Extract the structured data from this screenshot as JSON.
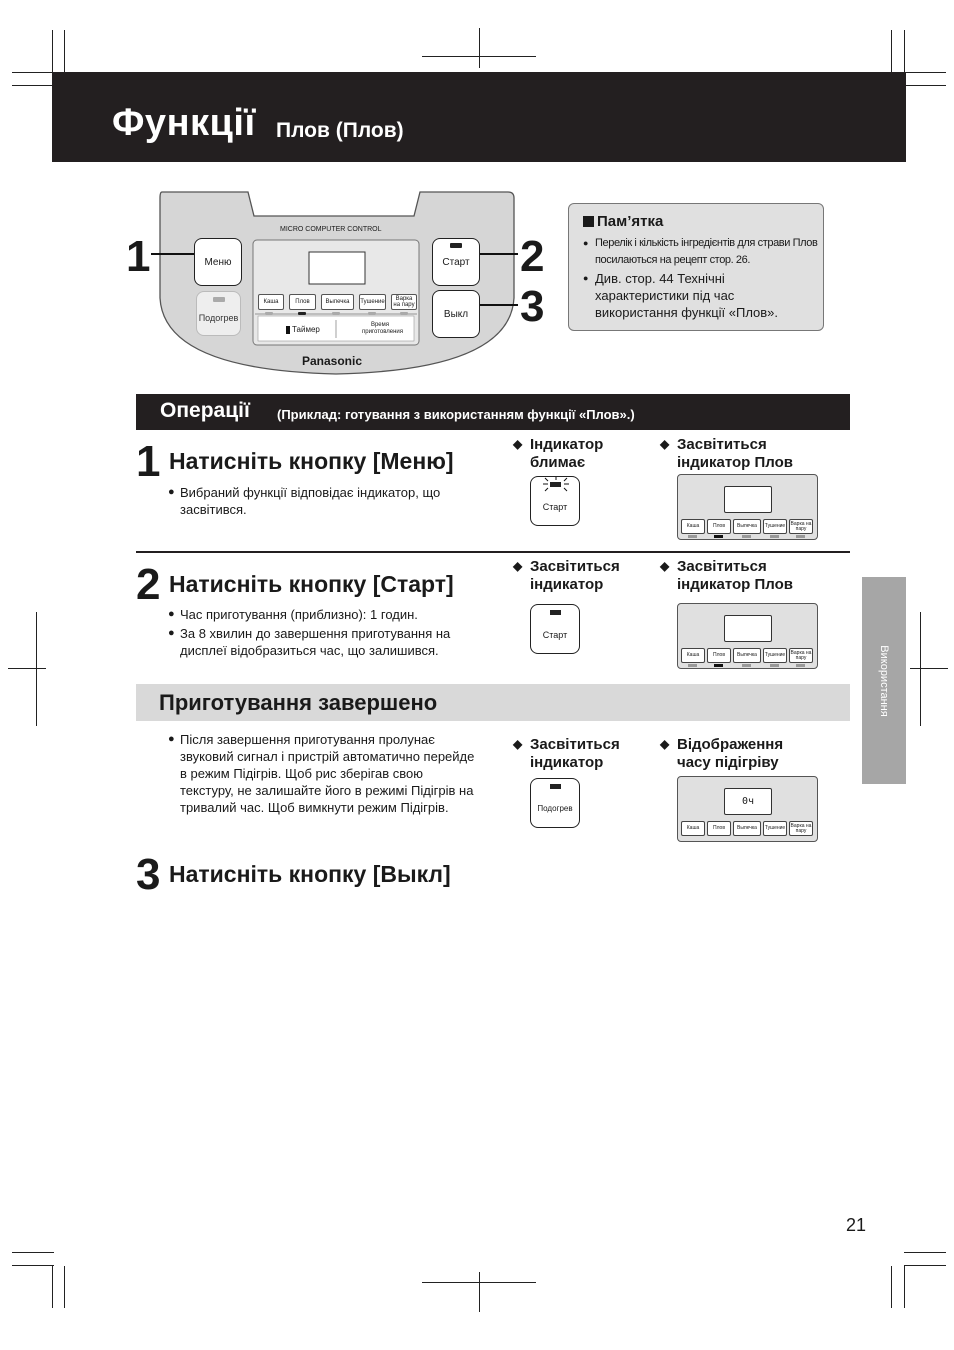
{
  "header": {
    "title": "Функції",
    "subtitle": "Плов (Плов)"
  },
  "panel": {
    "top_label": "MICRO COMPUTER CONTROL",
    "brand": "Panasonic",
    "buttons": {
      "menu": "Меню",
      "keep_warm": "Подогрев",
      "start": "Старт",
      "off": "Выкл"
    },
    "menu_items": [
      "Каша",
      "Плов",
      "Выпечка",
      "Тушение",
      "Варка на пару"
    ],
    "timer": "Таймер",
    "cook_time": "Время приготовления",
    "callouts": [
      "1",
      "2",
      "3"
    ]
  },
  "memo": {
    "title": "Пам’ятка",
    "items": [
      "Перелік і кількість інгредієнтів для страви Плов посилаються на рецепт стор. 26.",
      "Див. стор. 44 Технічні характеристики під час використання функції «Плов»."
    ]
  },
  "operations": {
    "title": "Операції",
    "subtitle": "(Приклад: готування з використанням функції «Плов».)"
  },
  "steps": [
    {
      "number": "1",
      "title": "Натисніть кнопку [Меню]",
      "bullets": [
        "Вибраний функції відповідає індикатор, що засвітився."
      ],
      "left_indicator": "Індикатор блимає",
      "right_indicator": "Засвітиться індикатор Плов",
      "button_label": "Старт"
    },
    {
      "number": "2",
      "title": "Натисніть кнопку [Старт]",
      "bullets": [
        "Час приготування (приблизно): 1 годин.",
        "За 8 хвилин до завершення приготування на дисплеї відобразиться час, що залишився."
      ],
      "left_indicator": "Засвітиться індикатор",
      "right_indicator": "Засвітиться індикатор Плов",
      "button_label": "Старт"
    },
    {
      "number": "3",
      "title": "Натисніть кнопку [Выкл]"
    }
  ],
  "completion": {
    "title": "Приготування завершено",
    "bullet": "Після завершення приготування пролунає звуковий сигнал і пристрій автоматично перейде в режим Підігрів. Щоб рис зберігав свою текстуру, не залишайте його в режимі Підігрів на тривалий час. Щоб вимкнути режим Підігрів.",
    "left_indicator": "Засвітиться індикатор",
    "right_indicator": "Відображення часу підігріву",
    "button_label": "Подогрев",
    "display_value": "0ч"
  },
  "side_tab": "Використання",
  "page_number": "21",
  "bullet_symbol": "●",
  "diamond_symbol": "◆"
}
